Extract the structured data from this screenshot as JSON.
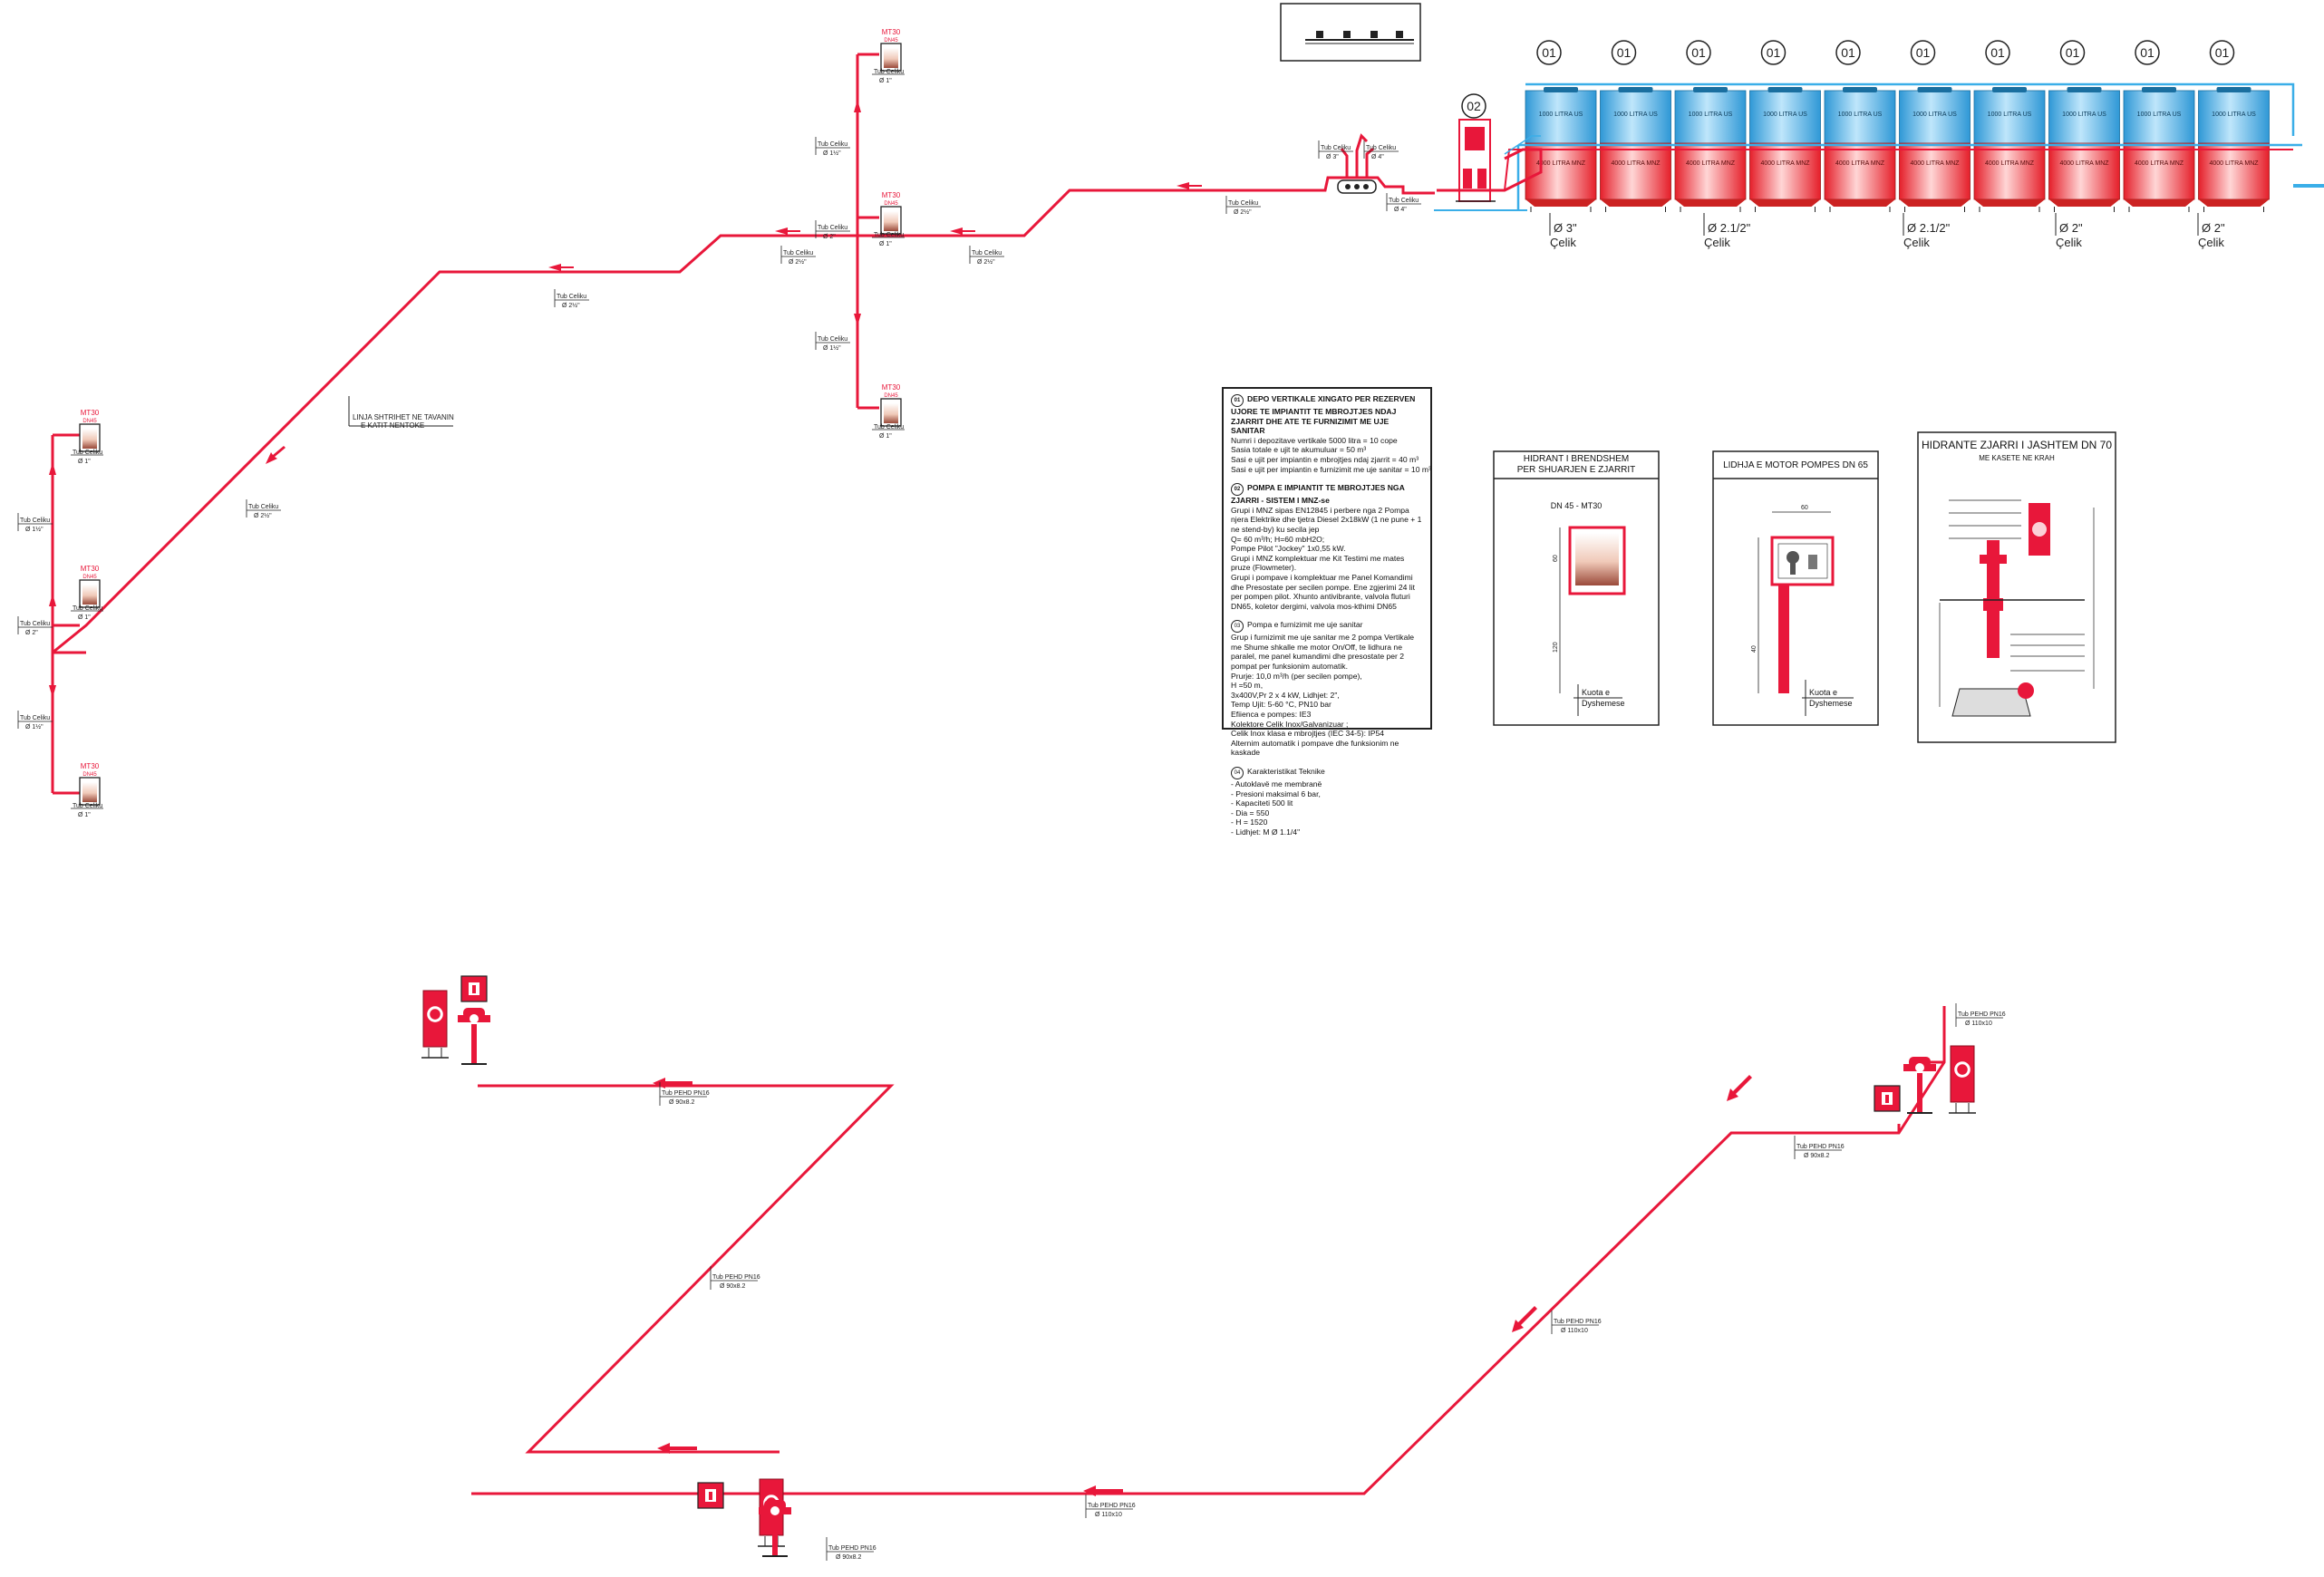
{
  "colors": {
    "pipe": "#e8173a",
    "water": "#3aaee8",
    "tank_top": "#6ec4ef",
    "tank_bottom": "#f24a4a",
    "ink": "#222222"
  },
  "tanks": {
    "tag": "01",
    "count": 10,
    "upper_label": "1000 LITRA US",
    "lower_label": "4000 LITRA MNZ",
    "pipe_sizes": [
      "Ø 3\"",
      "Ø 2.1/2\"",
      "Ø 2.1/2\"",
      "Ø 2\"",
      "Ø 2\""
    ],
    "pipe_material": "Çelik"
  },
  "pump": {
    "tag": "02"
  },
  "pipes": {
    "celik": "Tub Celiku",
    "pehd": "Tub PEHD PN16",
    "sizes": {
      "d3": "Ø 3\"",
      "d4": "Ø 4\"",
      "d2_1_2": "Ø 2½\"",
      "d2": "Ø 2\"",
      "d1_1_2": "Ø 1½\"",
      "d1_1_4": "Ø 1¼\"",
      "d1": "Ø 1\"",
      "d90": "Ø 90x8.2",
      "d110": "Ø 110x10"
    }
  },
  "cabinets": {
    "mt30": "MT30",
    "dn45": "DN45"
  },
  "riser_note": [
    "LINJA SHTRIHET NE TAVANIN",
    "E KATIT NENTOKE"
  ],
  "notes": {
    "block1": {
      "num": "01",
      "heading": "DEPO VERTIKALE XINGATO PER REZERVEN UJORE TE IMPIANTIT TE MBROJTJES NDAJ ZJARRIT DHE ATE TE FURNIZIMIT ME UJE SANITAR",
      "lines": [
        "Numri i depozitave vertikale 5000 litra = 10 cope",
        "Sasia totale e ujit te akumuluar = 50 m³",
        "Sasi e ujit per impiantin e mbrojtjes ndaj zjarrit = 40 m³",
        "Sasi e ujit per impiantin e furnizimit me uje sanitar = 10 m³"
      ]
    },
    "block2": {
      "num": "02",
      "heading": "POMPA E IMPIANTIT TE MBROJTJES NGA ZJARRI - SISTEM I MNZ-se",
      "lines": [
        "Grupi i MNZ sipas EN12845 i perbere nga 2 Pompa njera Elektrike dhe tjetra Diesel 2x18kW    (1 ne pune + 1 ne stend-by) ku secila jep",
        "Q= 60 m³/h; H=60 mbH2O;",
        "Pompe Pilot \"Jockey\" 1x0,55 kW.",
        "Grupi i MNZ komplektuar me Kit Testimi me mates pruze (Flowmeter).",
        "Grupi i pompave i komplektuar me Panel Komandimi dhe Presostate per secilen pompe. Ene zgjerimi 24 lit per pompen pilot. Xhunto antivibrante, valvola fluturi DN65, koletor dergimi, valvola mos-kthimi DN65"
      ]
    },
    "block3": {
      "num": "03",
      "heading": "Pompa e furnizimit me uje sanitar",
      "lines": [
        "Grup i furnizimit me uje sanitar me 2 pompa Vertikale me Shume shkalle me motor On/Off, te lidhura ne paralel, me panel kumandimi dhe presostate per 2 pompat per funksionim automatik.",
        "Prurje: 10,0 m³/h (per secilen pompe),",
        "H =50 m,",
        "3x400V,Pr 2 x 4 kW, Lidhjet: 2\",",
        "Temp Ujit: 5-60 °C, PN10 bar",
        "Efiienca e pompes: IE3",
        "Kolektore Celik Inox/Galvanizuar ;",
        "Celik Inox klasa e mbrojtjes (IEC 34-5): IP54",
        "Alternim automatik i pompave dhe funksionim ne kaskade"
      ]
    },
    "block4": {
      "num": "04",
      "heading": "Karakteristikat Teknike",
      "lines": [
        "- Autoklavë me membranë",
        "- Presioni maksimal 6 bar,",
        "- Kapaciteti  500 lit",
        "- Dia = 550",
        "- H = 1520",
        "- Lidhjet: M Ø  1.1/4\""
      ]
    }
  },
  "detail_hydrant": {
    "title": [
      "HIDRANT I BRENDSHEM",
      "PER SHUARJEN E ZJARRIT"
    ],
    "subtitle": "DN 45 - MT30",
    "dims": [
      "60",
      "120"
    ],
    "floor": [
      "Kuota  e",
      "Dyshemese"
    ]
  },
  "detail_pump": {
    "title": "LIDHJA E MOTOR POMPES DN 65",
    "dims": [
      "60",
      "40"
    ],
    "floor": [
      "Kuota  e",
      "Dyshemese"
    ]
  },
  "detail_external": {
    "title": "HIDRANTE ZJARRI I JASHTEM DN 70",
    "subtitle": "ME KASETE NE KRAH"
  }
}
